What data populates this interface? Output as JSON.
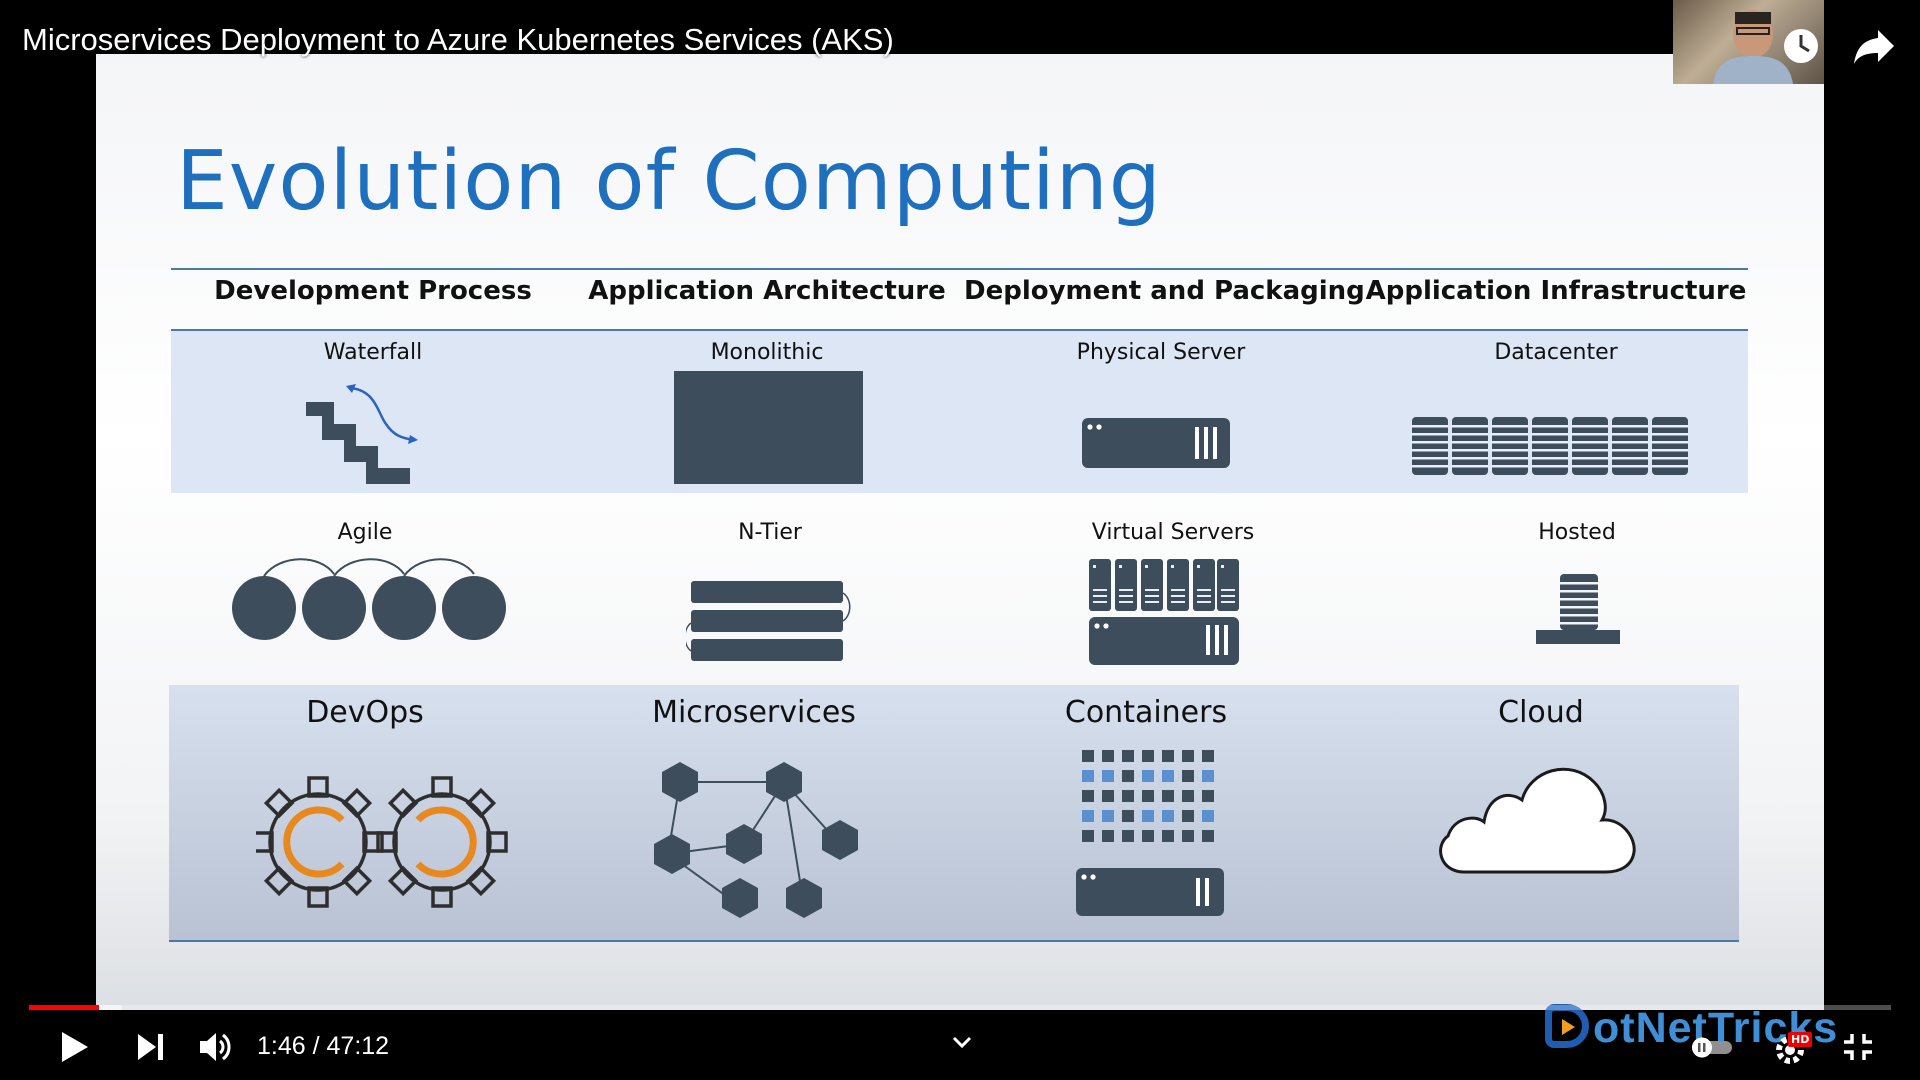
{
  "video": {
    "title": "Microservices Deployment to Azure Kubernetes Services (AKS)",
    "current_time": "1:46",
    "time_separator": " / ",
    "duration": "47:12",
    "played_fraction": 0.0375,
    "buffered_fraction": 0.05,
    "quality_badge": "HD"
  },
  "slide": {
    "title": "Evolution of Computing",
    "columns": [
      "Development Process",
      "Application Architecture",
      "Deployment and Packaging",
      "Application Infrastructure"
    ],
    "rows": [
      {
        "items": [
          {
            "label": "Waterfall",
            "icon": "waterfall-icon"
          },
          {
            "label": "Monolithic",
            "icon": "monolithic-icon"
          },
          {
            "label": "Physical Server",
            "icon": "server-icon"
          },
          {
            "label": "Datacenter",
            "icon": "datacenter-icon"
          }
        ]
      },
      {
        "items": [
          {
            "label": "Agile",
            "icon": "agile-cycle-icon"
          },
          {
            "label": "N-Tier",
            "icon": "n-tier-icon"
          },
          {
            "label": "Virtual Servers",
            "icon": "virtual-servers-icon"
          },
          {
            "label": "Hosted",
            "icon": "hosted-icon"
          }
        ]
      },
      {
        "items": [
          {
            "label": "DevOps",
            "icon": "devops-gears-icon"
          },
          {
            "label": "Microservices",
            "icon": "microservices-hexagon-icon"
          },
          {
            "label": "Containers",
            "icon": "containers-icon"
          },
          {
            "label": "Cloud",
            "icon": "cloud-icon"
          }
        ]
      }
    ],
    "brand": "otNetTricks",
    "colors": {
      "title_blue": "#1f6fbf",
      "icon_slate": "#3d4d5c",
      "accent_orange": "#e8891f",
      "container_blue": "#5a8fd0",
      "row_band": "#dce6f5",
      "progress_red": "#ff0000"
    }
  },
  "controls": {
    "play": "play-icon",
    "next": "next-icon",
    "volume": "volume-icon",
    "chapters": "chevron-down-icon",
    "autoplay": "autoplay-toggle-icon",
    "settings": "settings-gear-icon",
    "exit_fullscreen": "exit-fullscreen-icon",
    "watch_later": "clock-icon",
    "share": "share-icon"
  }
}
